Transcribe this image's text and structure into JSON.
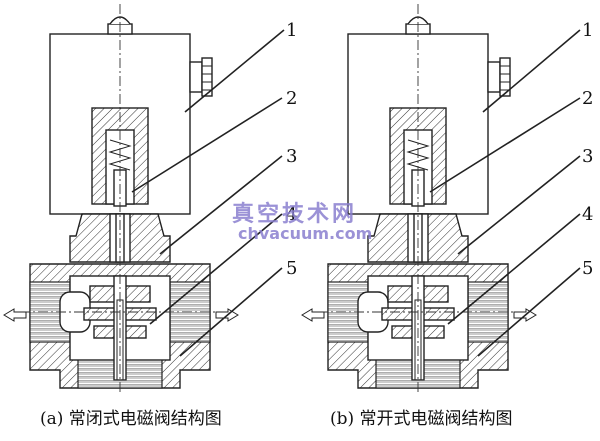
{
  "figure": {
    "left": {
      "caption": "(a) 常闭式电磁阀结构图",
      "callouts": [
        "1",
        "2",
        "3",
        "4",
        "5"
      ]
    },
    "right": {
      "caption": "(b) 常开式电磁阀结构图",
      "callouts": [
        "1",
        "2",
        "3",
        "4",
        "5"
      ]
    },
    "watermark": {
      "chinese": "真空技术网",
      "url": "chvacuum.com"
    }
  }
}
